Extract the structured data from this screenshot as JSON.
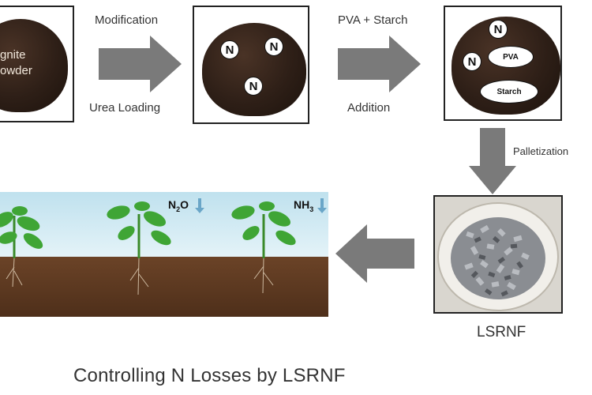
{
  "panels": {
    "lignite": {
      "text_line1": "gnite",
      "text_line2": "owder"
    },
    "modified": {
      "n_badges": [
        "N",
        "N",
        "N"
      ]
    },
    "pva_starch": {
      "n_badges": [
        "N",
        "N"
      ],
      "pva_label": "PVA",
      "starch_label": "Starch"
    }
  },
  "arrows": {
    "step1": {
      "top_label": "Modification",
      "bottom_label": "Urea Loading"
    },
    "step2": {
      "top_label": "PVA + Starch",
      "bottom_label": "Addition"
    },
    "step3": {
      "side_label": "Palletization"
    }
  },
  "product_label": "LSRNF",
  "gases": {
    "n2o_main": "N",
    "n2o_sub": "2",
    "n2o_tail": "O",
    "nh3_main": "NH",
    "nh3_sub": "3"
  },
  "caption": "Controlling N Losses by LSRNF",
  "colors": {
    "arrow": "#7a7a7a",
    "soil": "#2e1f17",
    "sky": "#cfe9f2",
    "ground": "#5a381f",
    "leaf": "#3fa535"
  }
}
